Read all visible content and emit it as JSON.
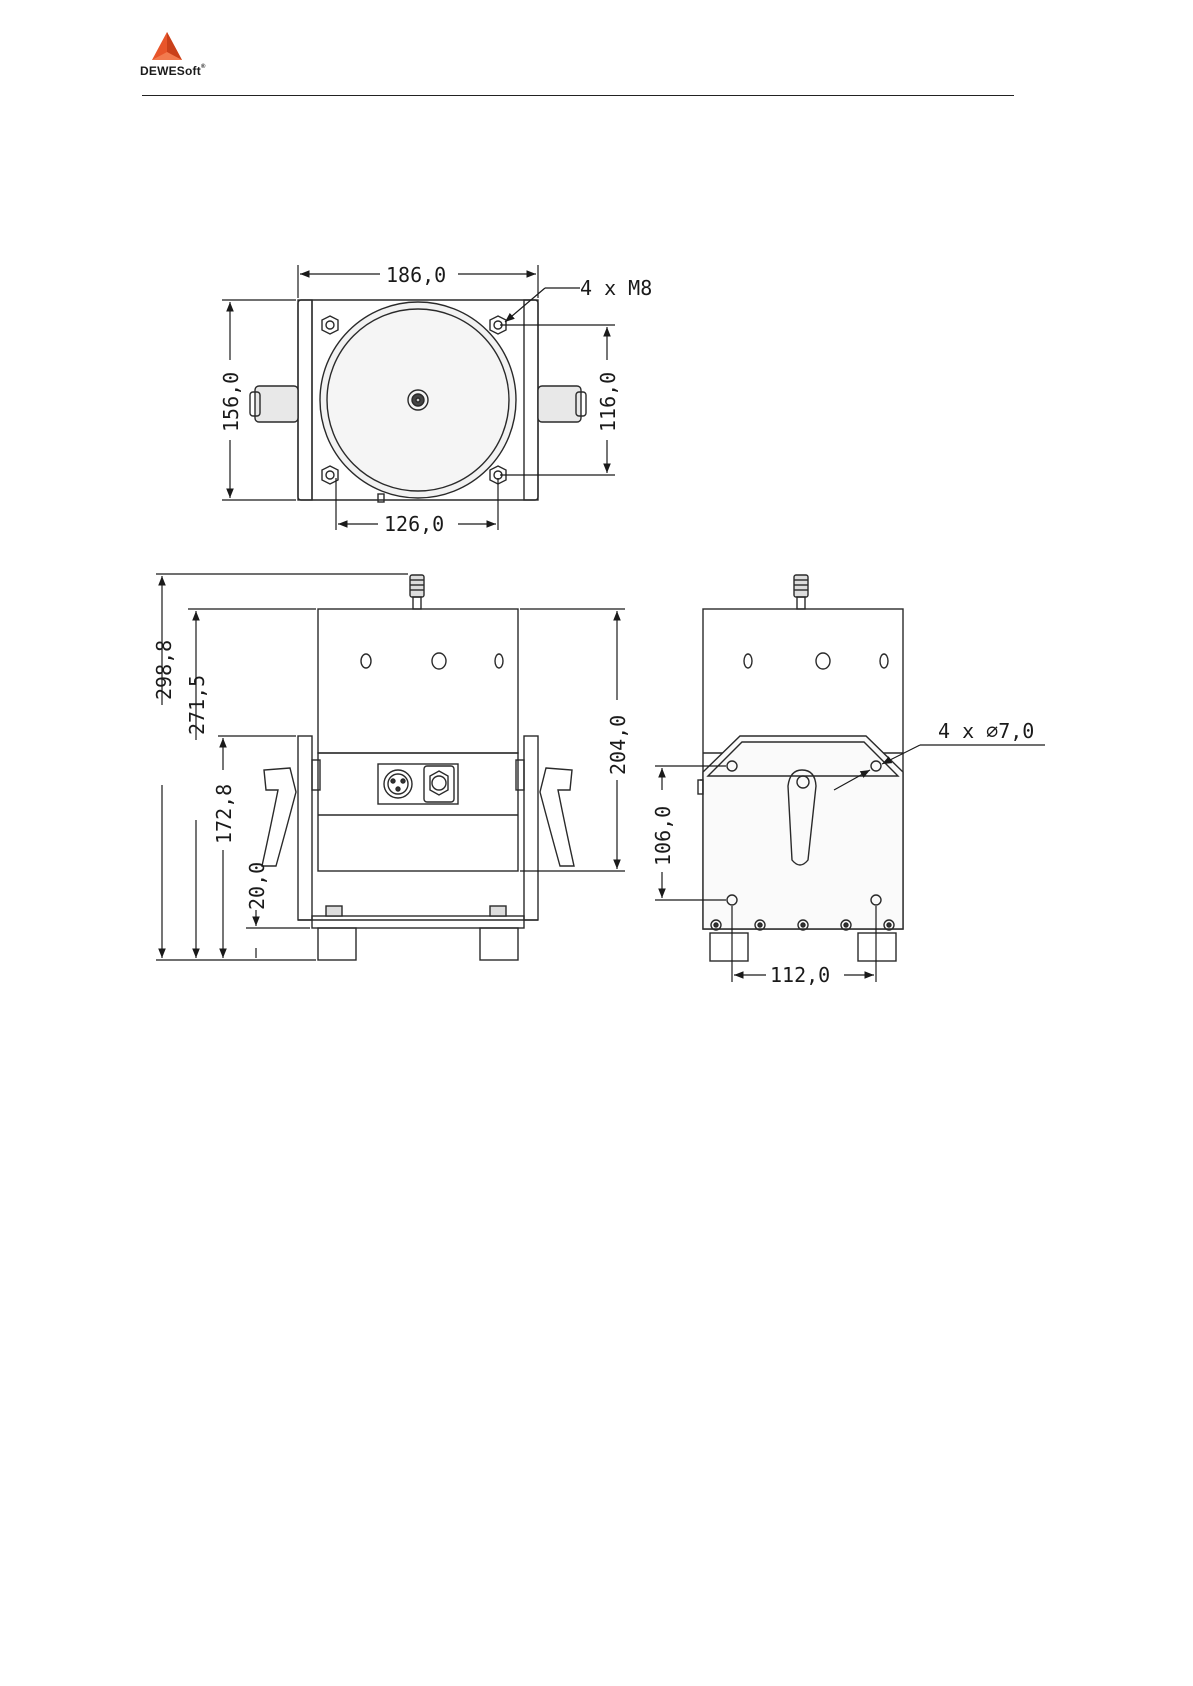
{
  "header": {
    "brand": "DEWESoft",
    "brand_mark": "®",
    "accent_color": "#e8552a"
  },
  "top_view": {
    "width_dim": "186,0",
    "height_dim": "156,0",
    "hole_spacing_vertical": "116,0",
    "hole_spacing_horizontal": "126,0",
    "thread_callout": "4 x M8"
  },
  "front_view": {
    "total_height": "298,8",
    "body_height": "271,5",
    "handle_height": "172,8",
    "base_height": "20,0",
    "cylinder_height": "204,0"
  },
  "side_view": {
    "hole_vertical": "106,0",
    "hole_horizontal": "112,0",
    "hole_callout": "4 x ∅7,0"
  }
}
